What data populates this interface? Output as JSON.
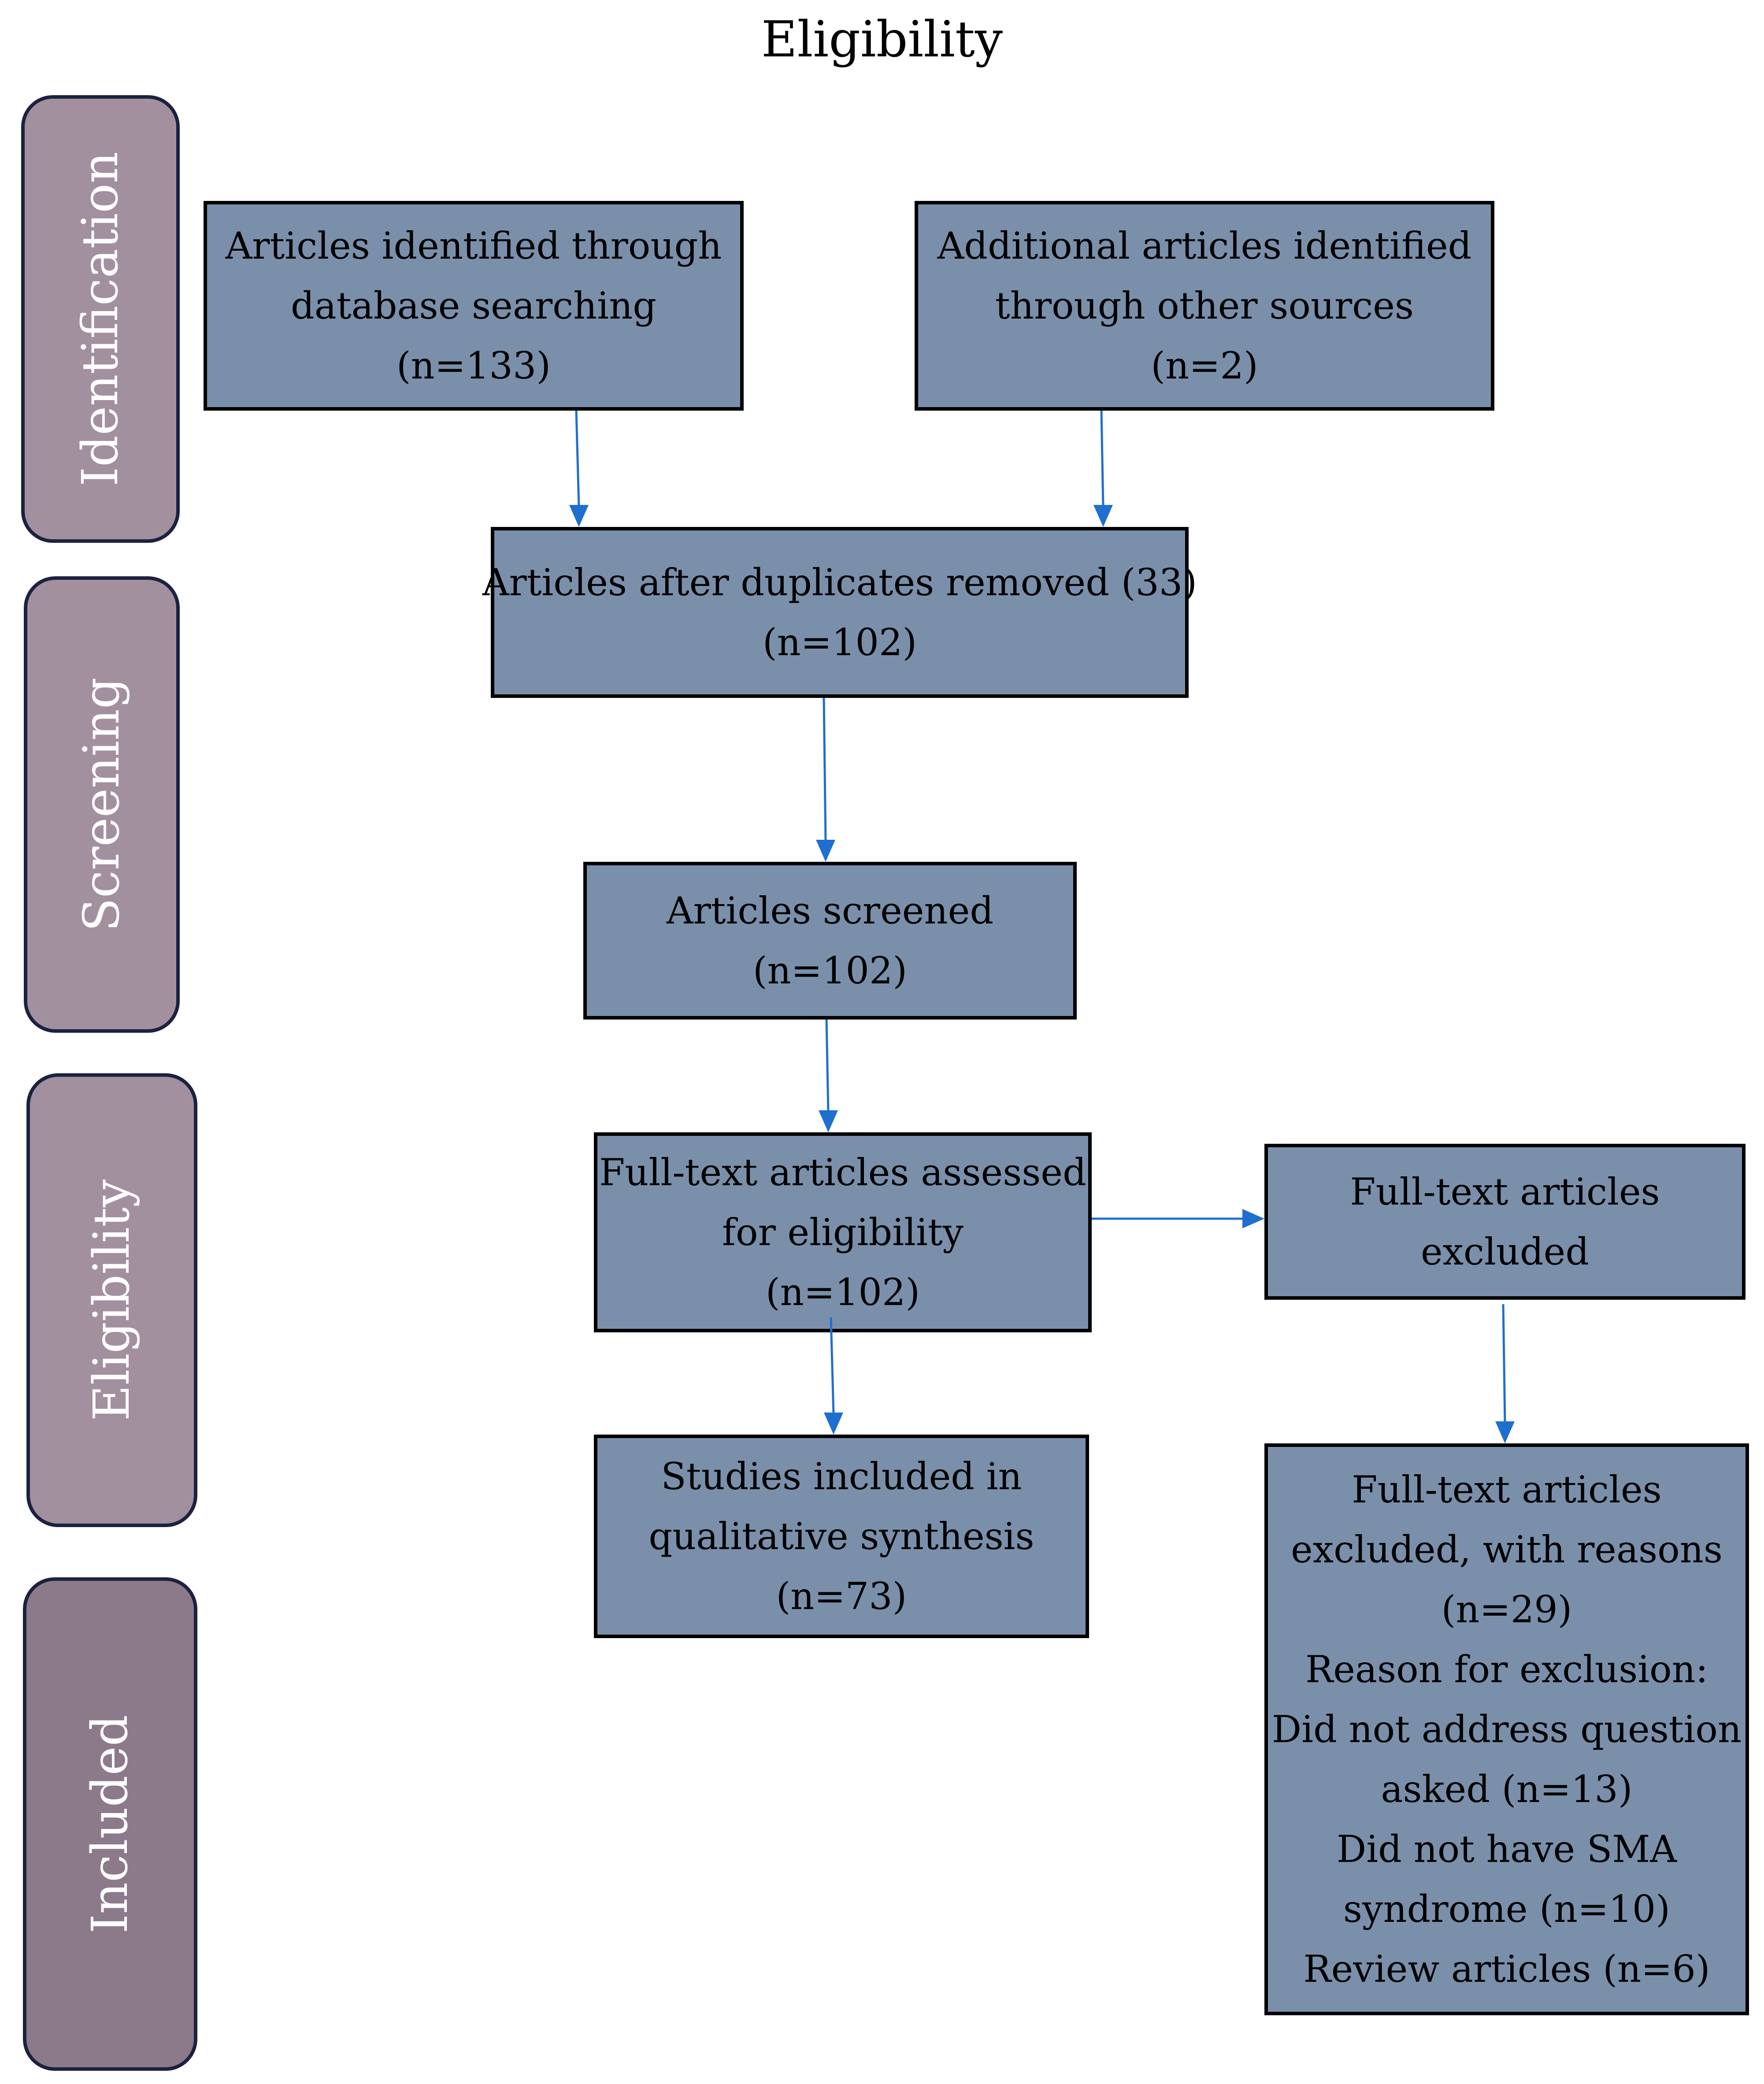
{
  "title": "Eligibility",
  "stages": {
    "identification": "Identification",
    "screening": "Screening",
    "eligibility": "Eligibility",
    "included": "Included"
  },
  "boxes": {
    "database": [
      "Articles identified through",
      "database searching",
      "(n=133)"
    ],
    "other_sources": [
      "Additional articles identified",
      "through other sources",
      "(n=2)"
    ],
    "duplicates_removed": [
      "Articles after duplicates removed (33)",
      "(n=102)"
    ],
    "screened": [
      "Articles screened",
      "(n=102)"
    ],
    "assessed": [
      "Full-text articles assessed",
      "for eligibility",
      "(n=102)"
    ],
    "excluded": [
      "Full-text articles",
      "excluded"
    ],
    "included_studies": [
      "Studies included in",
      "qualitative synthesis",
      "(n=73)"
    ],
    "excluded_reasons": [
      "Full-text articles",
      "excluded, with reasons",
      "(n=29)",
      "Reason for exclusion:",
      "Did not address question",
      "asked (n=13)",
      "Did not have SMA",
      "syndrome (n=10)",
      "Review articles (n=6)"
    ]
  },
  "colors": {
    "stage_fill": "#a3909f",
    "stage_fill_included": "#8c7a8b",
    "stage_border": "#1b2240",
    "box_fill": "#7a8faa",
    "arrow": "#1f6fcf"
  }
}
